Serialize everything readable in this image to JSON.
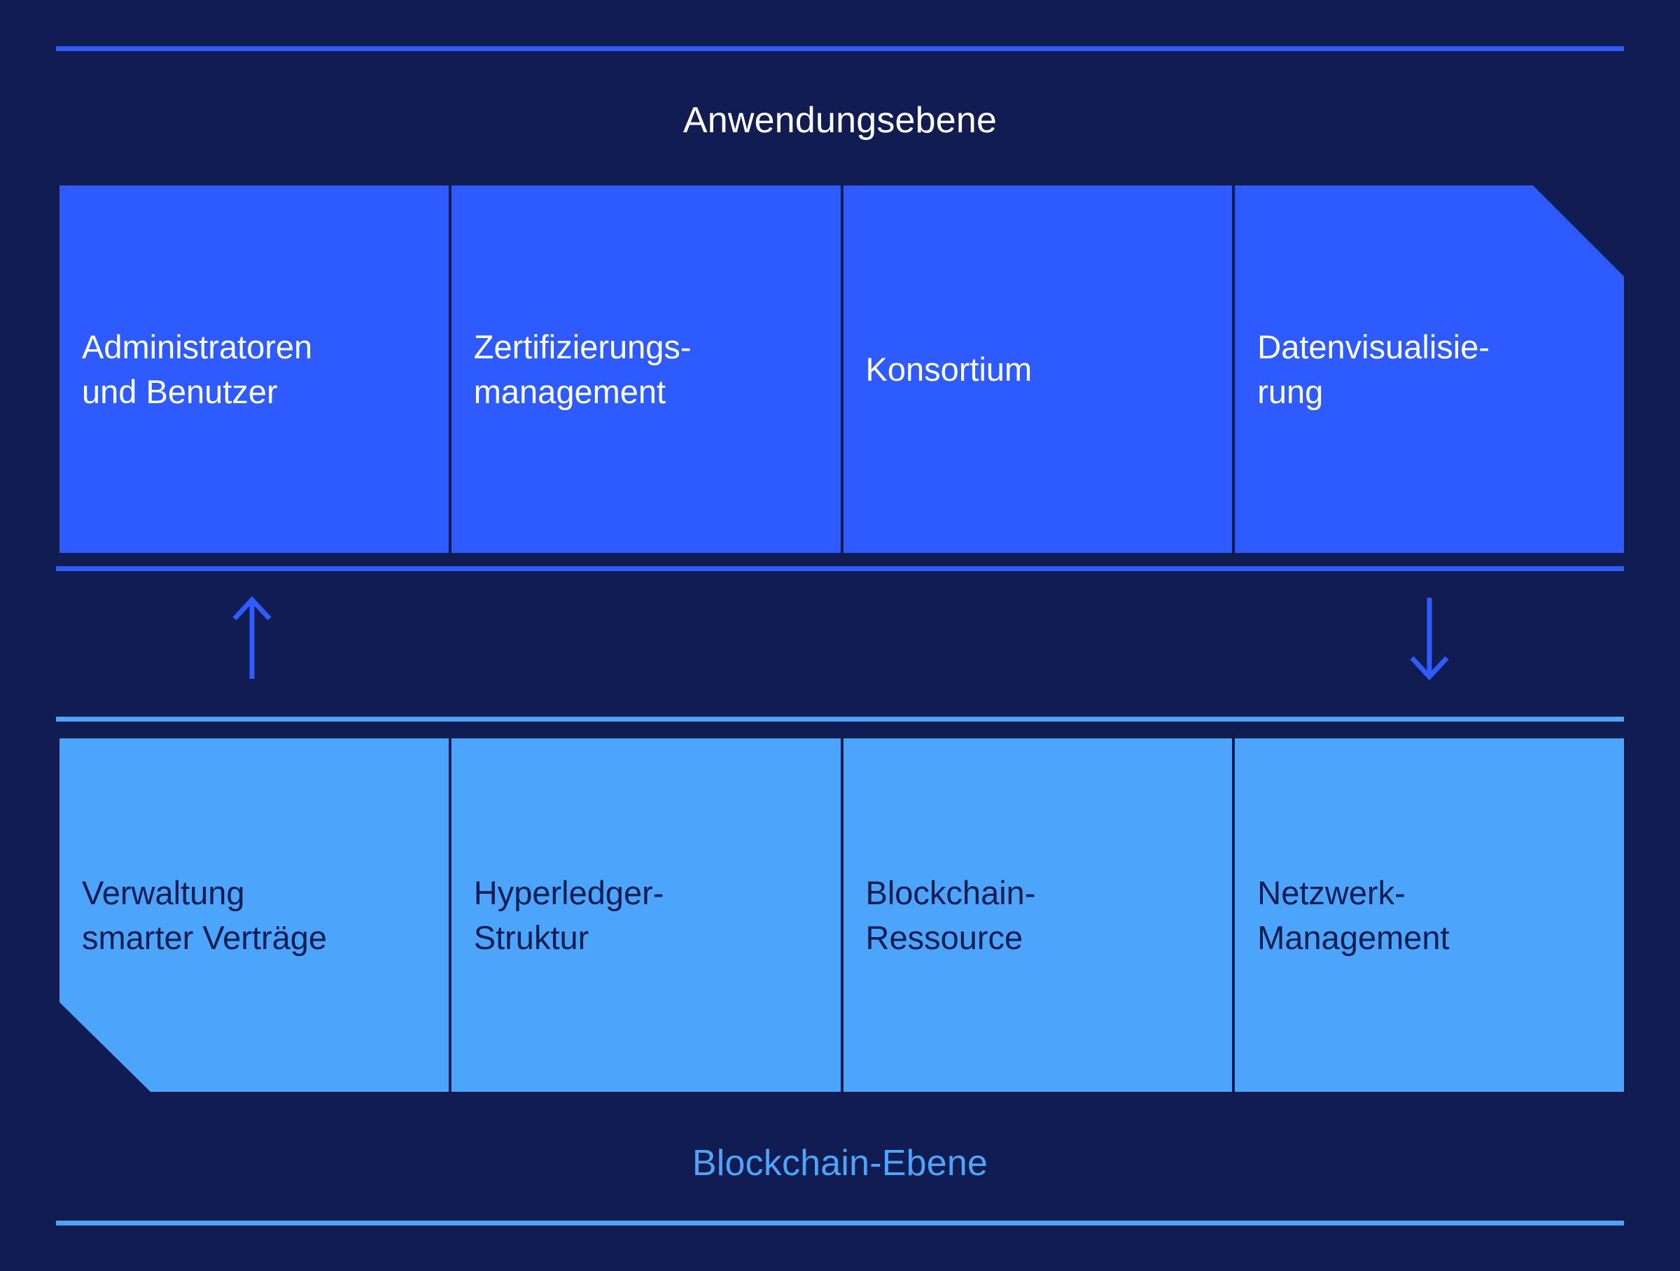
{
  "diagram": {
    "background_color": "#101c52",
    "accent_blue": "#2f5bff",
    "accent_light_blue": "#4fa3fb",
    "layer_app_fill": "#2d5bff",
    "layer_chain_fill": "#4ca5fa"
  },
  "top_layer": {
    "caption": "Anwendungsebene",
    "caption_color": "#ffffff",
    "blocks": [
      {
        "label": "Administratoren\nund Benutzer"
      },
      {
        "label": "Zertifizierungs-\nmanagement"
      },
      {
        "label": "Konsortium"
      },
      {
        "label": "Datenvisualisie-\nrung"
      }
    ]
  },
  "bottom_layer": {
    "caption": "Blockchain-Ebene",
    "caption_color": "#4fa3fb",
    "blocks": [
      {
        "label": "Verwaltung\nsmarter Verträge"
      },
      {
        "label": "Hyperledger-\nStruktur"
      },
      {
        "label": "Blockchain-\nRessource"
      },
      {
        "label": "Netzwerk-\nManagement"
      }
    ]
  },
  "connectors": [
    {
      "name": "arrow-up",
      "direction": "up",
      "color": "#2f5bff"
    },
    {
      "name": "arrow-down",
      "direction": "down",
      "color": "#2f5bff"
    }
  ]
}
